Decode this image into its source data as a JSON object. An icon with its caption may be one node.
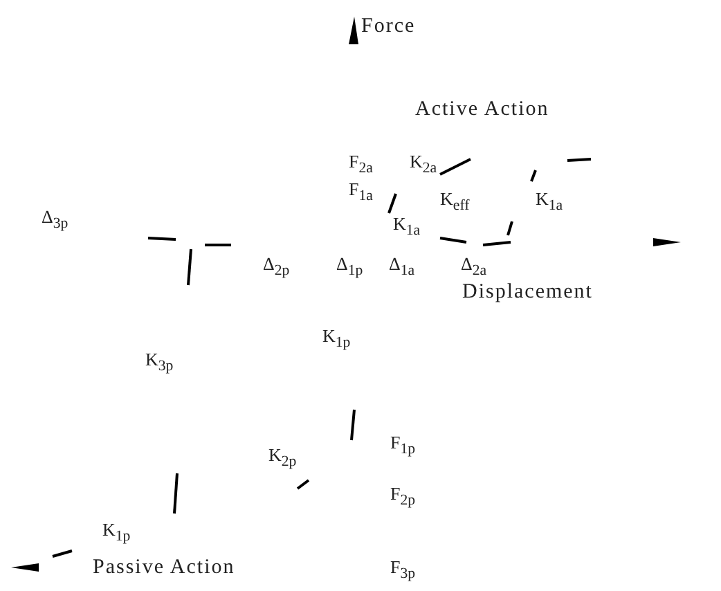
{
  "diagram": {
    "labels": [
      "Force",
      "Active Action",
      "F$_{2a}$",
      "K$_{2a}$",
      "F$_{1a}$",
      "K$_{eff}$",
      "K$_{1a}$",
      "Δ$_{3p}$",
      "K$_{1a}$",
      "Δ$_{2p}$",
      "Δ$_{1p}$",
      "Δ$_{1a}$",
      "Δ$_{2a}$",
      "Displacement",
      "K$_{1p}$",
      "K$_{3p}$",
      "F$_{1p}$",
      "K$_{2p}$",
      "F$_{2p}$",
      "K$_{1p}$",
      "Passive Action",
      "F$_{3p}$"
    ]
  }
}
